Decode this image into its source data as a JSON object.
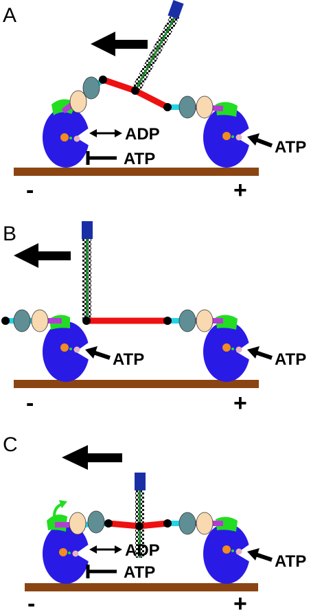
{
  "panels": [
    {
      "letter": "A",
      "minus_label": "-",
      "plus_label": "+",
      "left_head_labels": [
        "ADP",
        "ATP"
      ],
      "right_head_labels": [
        "ATP"
      ]
    },
    {
      "letter": "B",
      "minus_label": "-",
      "plus_label": "+",
      "left_head_labels": [
        "ATP"
      ],
      "right_head_labels": [
        "ATP"
      ]
    },
    {
      "letter": "C",
      "minus_label": "-",
      "plus_label": "+",
      "left_head_labels": [
        "ADP",
        "ATP"
      ],
      "right_head_labels": [
        "ATP"
      ]
    }
  ],
  "colors": {
    "track": "#8b4513",
    "motor_head": "#2a1ae6",
    "lever_cyan": "#22d3e6",
    "lever_magenta": "#b43cd6",
    "converter_green": "#22dd22",
    "light_chain_peach": "#f8d9b0",
    "light_chain_teal": "#5f8f94",
    "linker_red": "#ee1111",
    "nucleotide_orange": "#f28c1e",
    "nucleotide_pink": "#e7b3bf",
    "cargo_blue": "#1a2fa6",
    "arrow": "#000000"
  },
  "icons": {
    "movement_arrow": "left-arrow-icon",
    "exchange_arrow": "double-arrow-icon",
    "inhibition_bar": "t-bar-icon",
    "binding_arrow": "right-to-left-arrow-icon",
    "lever_swing": "curved-arrow-icon"
  }
}
